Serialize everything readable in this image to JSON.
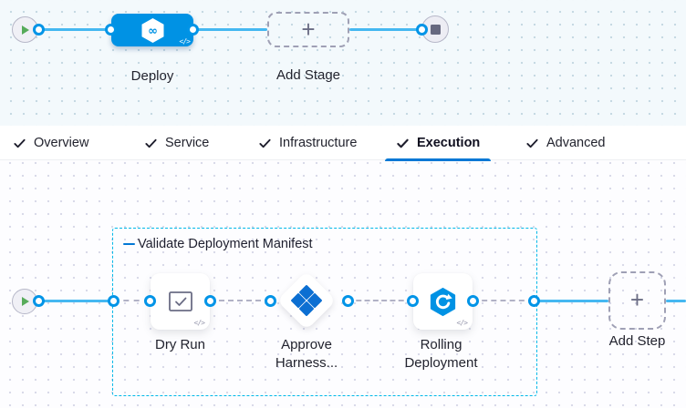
{
  "stage_canvas": {
    "stage": {
      "label": "Deploy",
      "icon": "harness-cd-hexagon-icon"
    },
    "add_stage": {
      "label": "Add Stage"
    }
  },
  "tab_bar": {
    "tabs": [
      {
        "label": "Overview",
        "checked": true,
        "active": false
      },
      {
        "label": "Service",
        "checked": true,
        "active": false
      },
      {
        "label": "Infrastructure",
        "checked": true,
        "active": false
      },
      {
        "label": "Execution",
        "checked": true,
        "active": true
      },
      {
        "label": "Advanced",
        "checked": true,
        "active": false
      }
    ]
  },
  "execution_canvas": {
    "step_group": {
      "label": "Validate Deployment Manifest"
    },
    "steps": [
      {
        "label": "Dry Run",
        "icon": "checkbox-icon"
      },
      {
        "label": "Approve Harness...",
        "icon": "approval-diamonds-icon"
      },
      {
        "label": "Rolling Deployment",
        "icon": "rolling-deployment-icon"
      }
    ],
    "add_step": {
      "label": "Add Step"
    }
  },
  "icons": {
    "code_glyph": "</>",
    "plus_glyph": "+"
  },
  "colors": {
    "accent_blue": "#0278d5",
    "stage_blue": "#0092e4",
    "line_blue": "#45b8f1",
    "group_border_cyan": "#00b8e8",
    "play_green": "#57ab5a",
    "node_gray": "#6b6d85"
  }
}
